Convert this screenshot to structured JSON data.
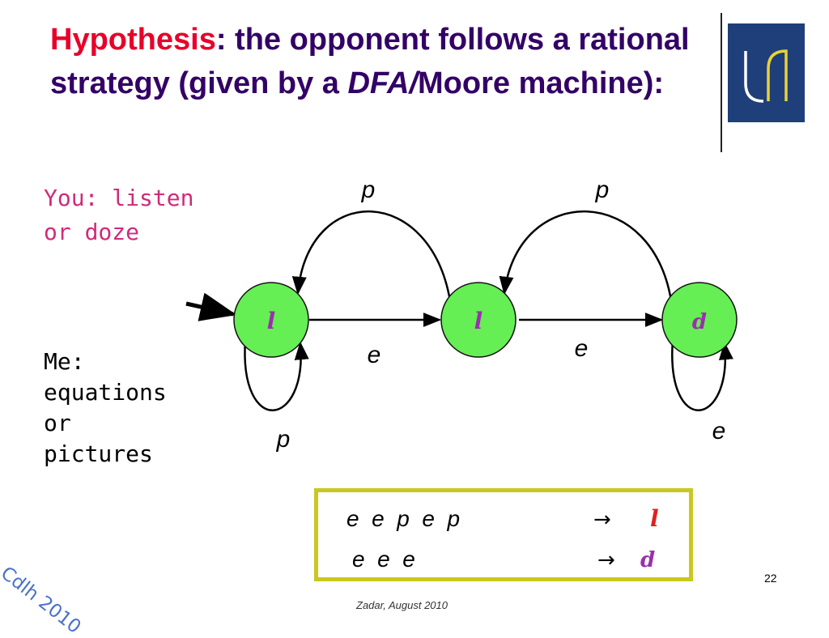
{
  "title": {
    "highlight": "Hypothesis",
    "part1": ": the opponent follows a rational strategy (given by a ",
    "italic": "DFA/",
    "part2": "Moore machine):"
  },
  "you_note": "You: listen\nor doze",
  "me_note": [
    "Me:",
    "equations",
    "or",
    "pictures"
  ],
  "logo": {
    "colors": {
      "background": "#1f3f7a",
      "left_stroke": "#ffffff",
      "right_stroke": "#e8d23a"
    }
  },
  "automaton": {
    "states": [
      {
        "id": "s0",
        "output": "l",
        "initial": true
      },
      {
        "id": "s1",
        "output": "l",
        "initial": false
      },
      {
        "id": "s2",
        "output": "d",
        "initial": false
      }
    ],
    "transitions": [
      {
        "from": "s0",
        "to": "s1",
        "label": "e"
      },
      {
        "from": "s1",
        "to": "s2",
        "label": "e"
      },
      {
        "from": "s1",
        "to": "s0",
        "label": "p"
      },
      {
        "from": "s2",
        "to": "s1",
        "label": "p"
      },
      {
        "from": "s0",
        "to": "s0",
        "label": "p"
      },
      {
        "from": "s2",
        "to": "s2",
        "label": "e"
      }
    ],
    "colors": {
      "state_fill": "#66ee55",
      "state_stroke": "#111111",
      "output_l": "#9b2fae",
      "output_d": "#9b2fae"
    }
  },
  "traces": [
    {
      "sequence": "e  e  p  e  p",
      "arrow": "→",
      "output": "l",
      "output_color": "#e02020"
    },
    {
      "sequence": "e  e  e",
      "arrow": "→",
      "output": "d",
      "output_color": "#9b2fae"
    }
  ],
  "page_number": "22",
  "footer": "Zadar, August 2010",
  "watermark": "Cdlh 2010"
}
